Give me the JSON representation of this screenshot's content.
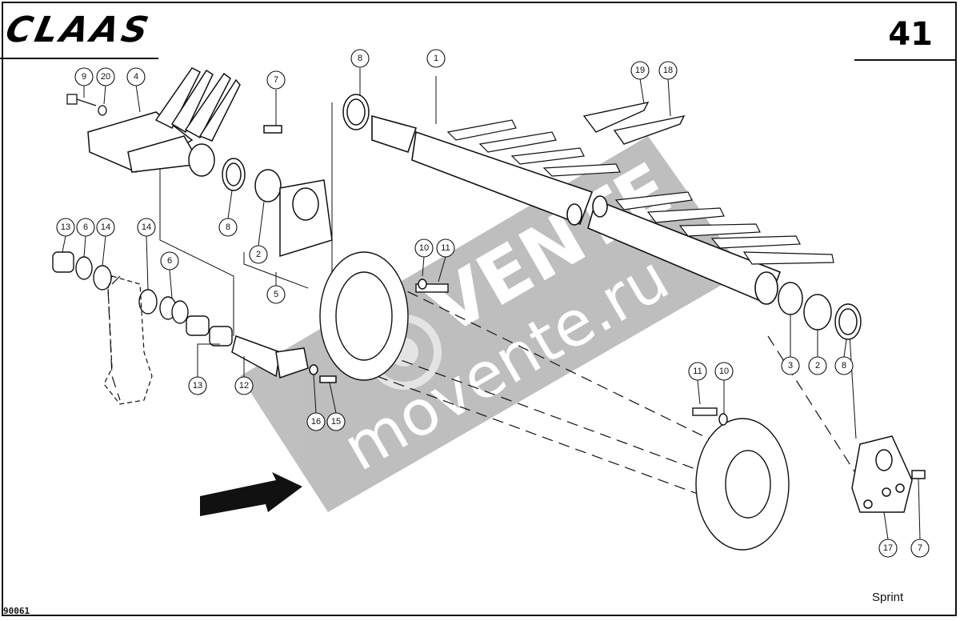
{
  "header": {
    "brand": "CLAAS",
    "page_number": "41"
  },
  "footer": {
    "doc_code": "90061",
    "model": "Sprint"
  },
  "watermark": {
    "text_main": "VENTE",
    "text_url": "movente.ru"
  },
  "callouts": {
    "c1": "1",
    "c2a": "2",
    "c2b": "2",
    "c3": "3",
    "c4": "4",
    "c5": "5",
    "c6a": "6",
    "c6b": "6",
    "c7a": "7",
    "c7b": "7",
    "c8a": "8",
    "c8b": "8",
    "c8c": "8",
    "c9": "9",
    "c10a": "10",
    "c10b": "10",
    "c11a": "11",
    "c11b": "11",
    "c12": "12",
    "c13a": "13",
    "c13b": "13",
    "c14a": "14",
    "c14b": "14",
    "c15": "15",
    "c16": "16",
    "c17": "17",
    "c18": "18",
    "c19": "19",
    "c20": "20"
  },
  "colors": {
    "ink": "#111111",
    "watermark": "#8a8a8a"
  }
}
